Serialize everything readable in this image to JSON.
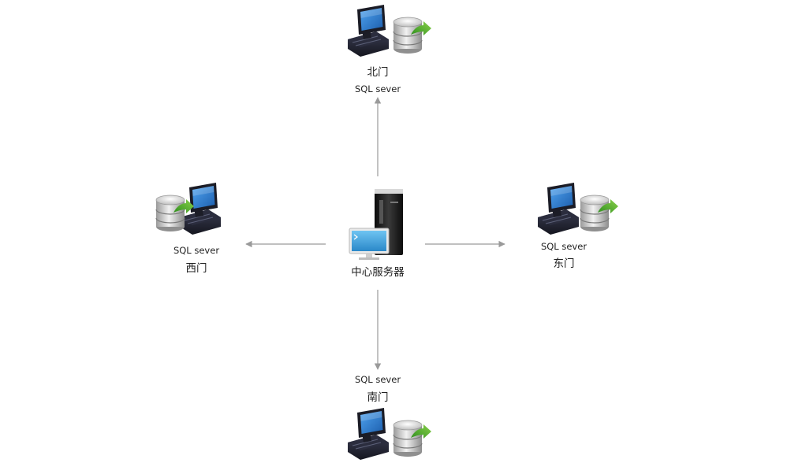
{
  "center": {
    "label": "中心服务器"
  },
  "north": {
    "name": "北门",
    "db": "SQL sever"
  },
  "west": {
    "name": "西门",
    "db": "SQL sever"
  },
  "east": {
    "name": "东门",
    "db": "SQL sever"
  },
  "south": {
    "name": "南门",
    "db": "SQL sever"
  },
  "colors": {
    "arrow": "#9a9a9a",
    "db_accent": "#4aa52e",
    "terminal": "#1e2030",
    "screen": "#2e7fd2"
  },
  "icons": {
    "center": "server-with-monitor-icon",
    "station": "pos-terminal-database-icon"
  }
}
